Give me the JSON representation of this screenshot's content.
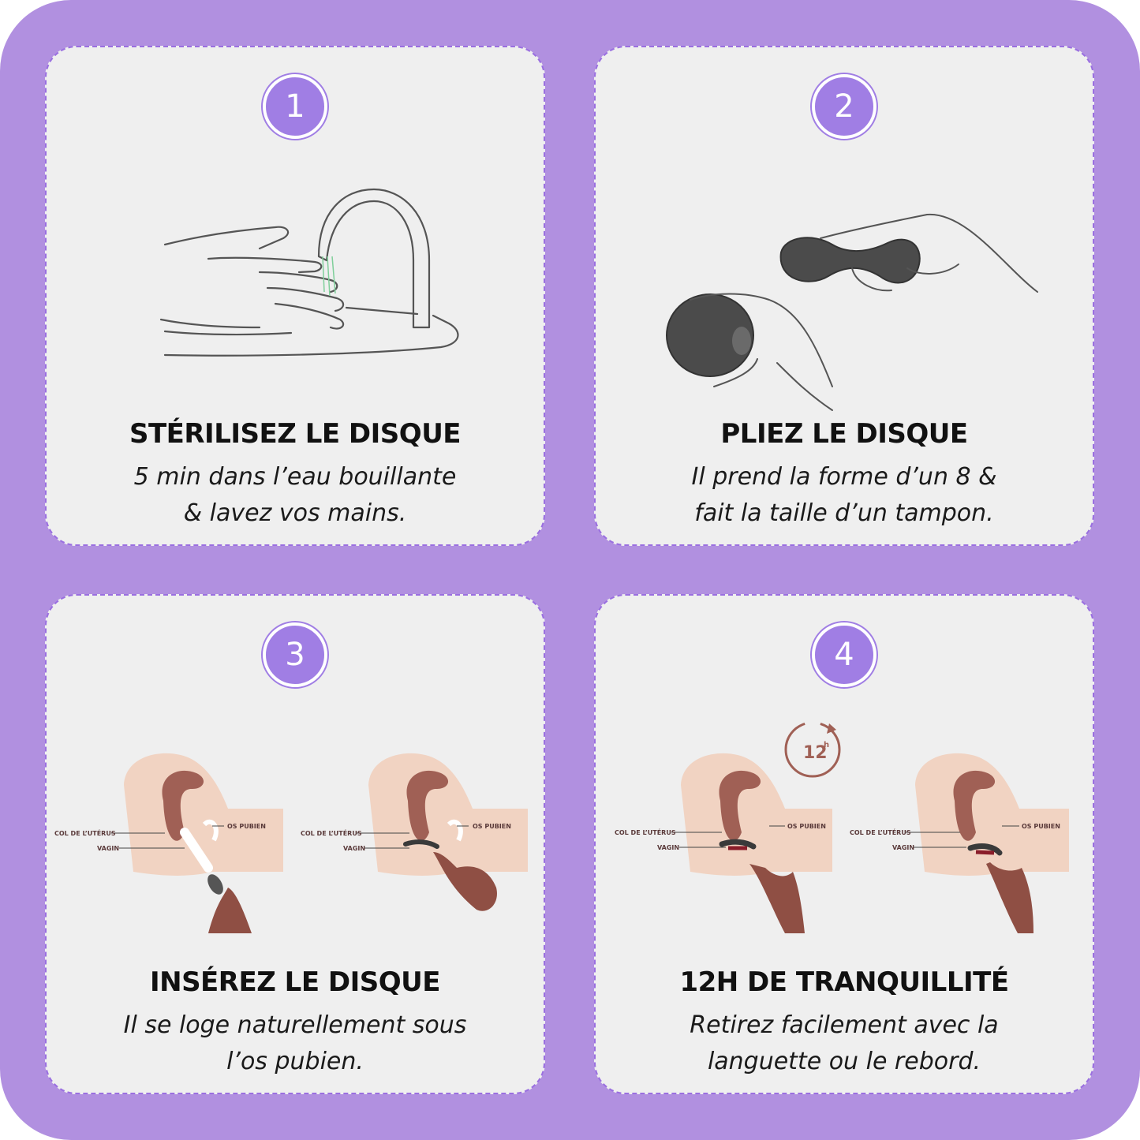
{
  "steps": [
    {
      "number": "1",
      "title": "STÉRILISEZ LE DISQUE",
      "desc_lines": [
        "5 min dans l’eau bouillante",
        "& lavez vos mains."
      ]
    },
    {
      "number": "2",
      "title": "PLIEZ LE DISQUE",
      "desc_lines": [
        "Il prend la forme d’un 8 &",
        "fait la taille d’un tampon."
      ]
    },
    {
      "number": "3",
      "title": "INSÉREZ LE DISQUE",
      "desc_lines": [
        "Il se loge naturellement sous",
        "l’os pubien."
      ],
      "labels": {
        "cervix": "COL DE L’UTÉRUS",
        "vagina": "VAGIN",
        "pubic_bone": "OS PUBIEN"
      }
    },
    {
      "number": "4",
      "title": "12H DE TRANQUILLITÉ",
      "desc_lines": [
        "Retirez facilement avec la",
        "languette ou le rebord."
      ],
      "labels": {
        "cervix": "COL DE L’UTÉRUS",
        "vagina": "VAGIN",
        "pubic_bone": "OS PUBIEN"
      },
      "timer_label": "12",
      "timer_unit": "h"
    }
  ],
  "colors": {
    "background": "#b190e0",
    "card": "#efefef",
    "badge": "#a07ee4",
    "skin_light": "#f1d3c2",
    "uterus": "#a06055",
    "hand": "#9b5a4c",
    "disc": "#4a4a4a"
  },
  "icons": [
    "hands-washing-icon",
    "folding-disc-icon",
    "insertion-diagram-icon",
    "removal-diagram-icon",
    "timer-12h-icon"
  ]
}
